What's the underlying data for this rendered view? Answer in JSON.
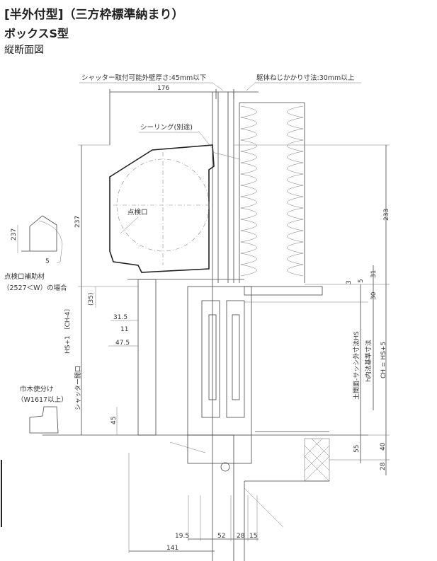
{
  "header": {
    "title": "[半外付型]（三方枠標準納まり）",
    "subtitle": "ボックスS型",
    "view": "縦断面図"
  },
  "annotations": {
    "wall_thickness": "シャッター取付可能外壁厚さ:45mm以下",
    "screw_depth": "躯体ねじかかり寸法:30mm以上",
    "sealing": "シーリング(別途)",
    "inspection_port": "点検口",
    "inspection_aux_1": "点検口補助材",
    "inspection_aux_2": "（2527＜W）の場合",
    "baseboard_1": "巾木使分け",
    "baseboard_2": "（W1617以上）",
    "hs_label": "HS+1 〔CH-4〕",
    "shutter_opening": "シャッター開口",
    "floor_to_sash": "土間面-サッシ外寸法HS",
    "inner_ref": "h内法基準寸法",
    "ch_formula": "CH = HS+5"
  },
  "dimensions": {
    "top_width": "176",
    "left_height": "237",
    "right_height": "233",
    "inset_height": "237",
    "inset_5": "5",
    "d35": "(35)",
    "d31_5": "31.5",
    "d11": "11",
    "d47_5": "47.5",
    "d45": "45",
    "d31": "31",
    "d5": "5",
    "d3": "3",
    "d30": "30",
    "d55": "55",
    "d40": "40",
    "d28r": "28",
    "b19_5": "19.5",
    "b52": "52",
    "b28": "28",
    "b15": "15",
    "b141": "141"
  }
}
